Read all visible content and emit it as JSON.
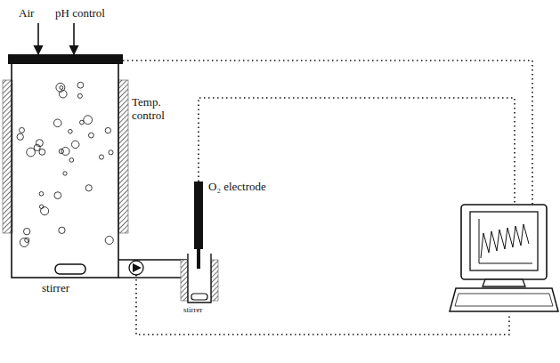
{
  "diagram": {
    "labels": [
      "Air",
      "pH control",
      "Temp. control",
      "O₂ electrode",
      "stirrer",
      "stirrer"
    ]
  }
}
